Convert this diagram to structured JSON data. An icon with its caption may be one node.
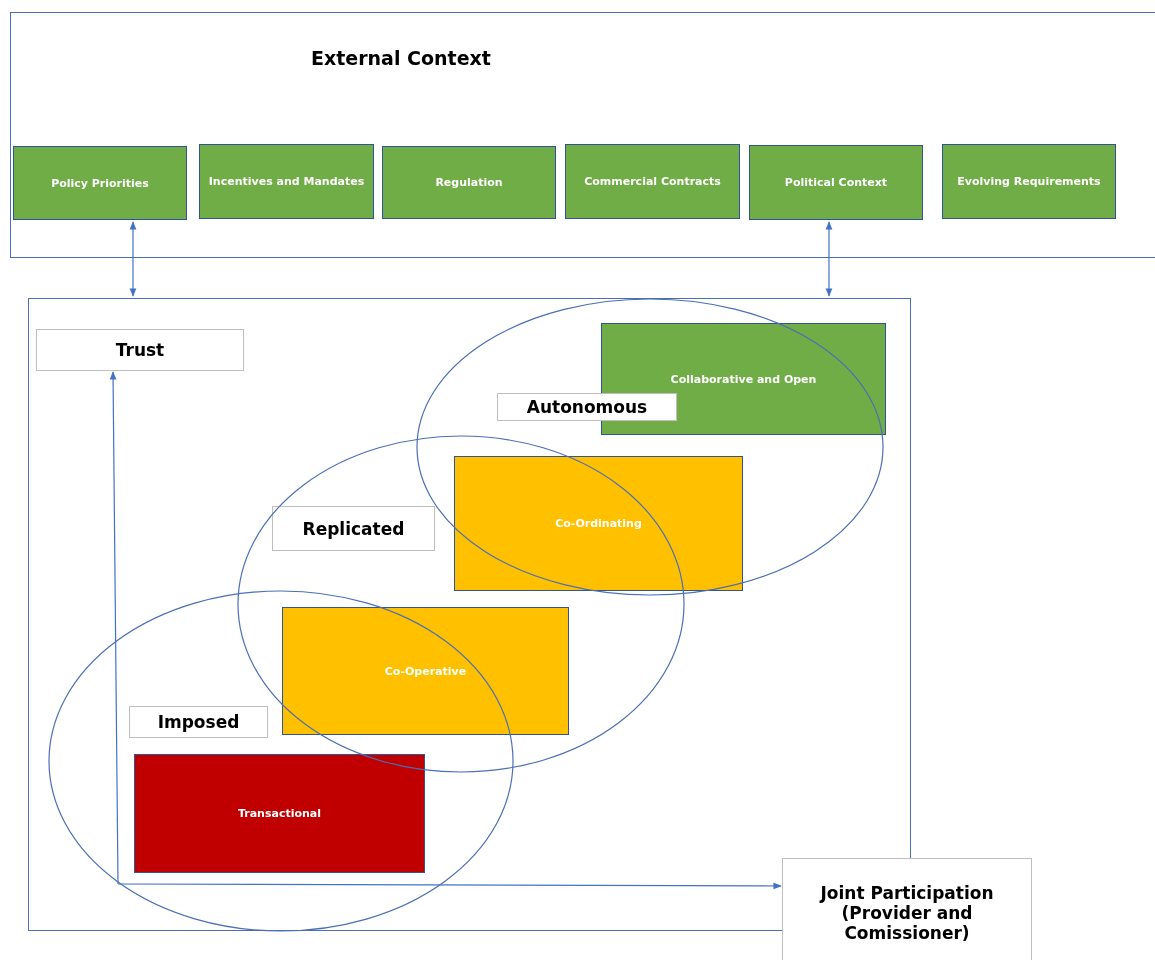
{
  "diagram": {
    "nodes": [
      {
        "text": [
          "External Context"
        ]
      },
      {
        "text": [
          "Policy Priorities"
        ],
        "in": 0
      },
      {
        "text": [
          "Incentives and Mandates"
        ],
        "in": 0
      },
      {
        "text": [
          "Regulation"
        ],
        "in": 0
      },
      {
        "text": [
          "Commercial Contracts"
        ],
        "in": 0
      },
      {
        "text": [
          "Political Context"
        ],
        "in": 0
      },
      {
        "text": [
          "Evolving Requirements"
        ],
        "in": 0
      },
      {
        "text": [],
        "shape": "box"
      },
      {
        "text": [
          "Trust"
        ],
        "in": 7
      },
      {
        "text": [
          "Collaborative and Open"
        ],
        "in": 7
      },
      {
        "text": [
          "Autonomous"
        ],
        "in": 7
      },
      {
        "text": [
          "Replicated"
        ],
        "in": 7
      },
      {
        "text": [
          "Co-Ordinating"
        ],
        "in": 7
      },
      {
        "text": [
          "Co-Operative"
        ],
        "in": 7
      },
      {
        "text": [
          "Imposed"
        ],
        "in": 7
      },
      {
        "text": [
          "Transactional"
        ],
        "in": 7
      },
      {
        "text": [
          "Joint Participation (Provider and Comissioner)"
        ]
      }
    ],
    "edges": [
      {
        "from": 1,
        "to": 7,
        "arrow": "both"
      },
      {
        "from": 5,
        "to": 7,
        "arrow": "both"
      },
      {
        "from": null,
        "to": 8,
        "arrow": "to"
      },
      {
        "from": null,
        "to": 16,
        "arrow": "to"
      }
    ]
  }
}
